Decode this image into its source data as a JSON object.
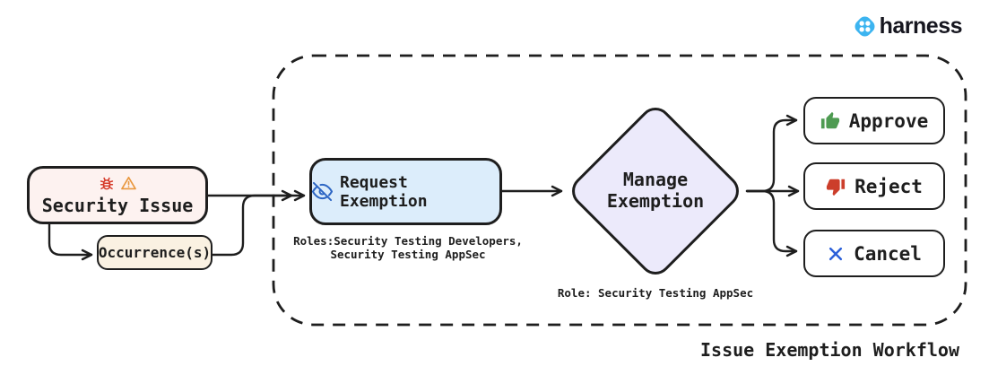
{
  "brand": {
    "name": "harness",
    "logo_blue": "#3cb4f0"
  },
  "title": "Issue Exemption Workflow",
  "nodes": {
    "security_issue": {
      "label": "Security Issue"
    },
    "occurrences": {
      "label": "Occurrence(s)"
    },
    "request_exemption": {
      "label": "Request Exemption",
      "roles_line1": "Roles:Security Testing Developers,",
      "roles_line2": "Security Testing AppSec"
    },
    "manage_exemption": {
      "line1": "Manage",
      "line2": "Exemption",
      "role": "Role: Security Testing AppSec"
    },
    "approve": {
      "label": "Approve"
    },
    "reject": {
      "label": "Reject"
    },
    "cancel": {
      "label": "Cancel"
    }
  },
  "colors": {
    "security_issue_bg": "#fdf2f0",
    "occurrences_bg": "#faf1e2",
    "request_exemption_bg": "#dcedfb",
    "manage_exemption_bg": "#eceafb",
    "action_bg": "#ffffff",
    "stroke": "#1e1e1e",
    "bug_red": "#d63b2a",
    "warning_orange": "#e9973e",
    "eye_blue": "#2d66c4",
    "approve_green": "#4e9b52",
    "reject_red": "#cc3e2b",
    "cancel_blue": "#2b5fd9"
  }
}
